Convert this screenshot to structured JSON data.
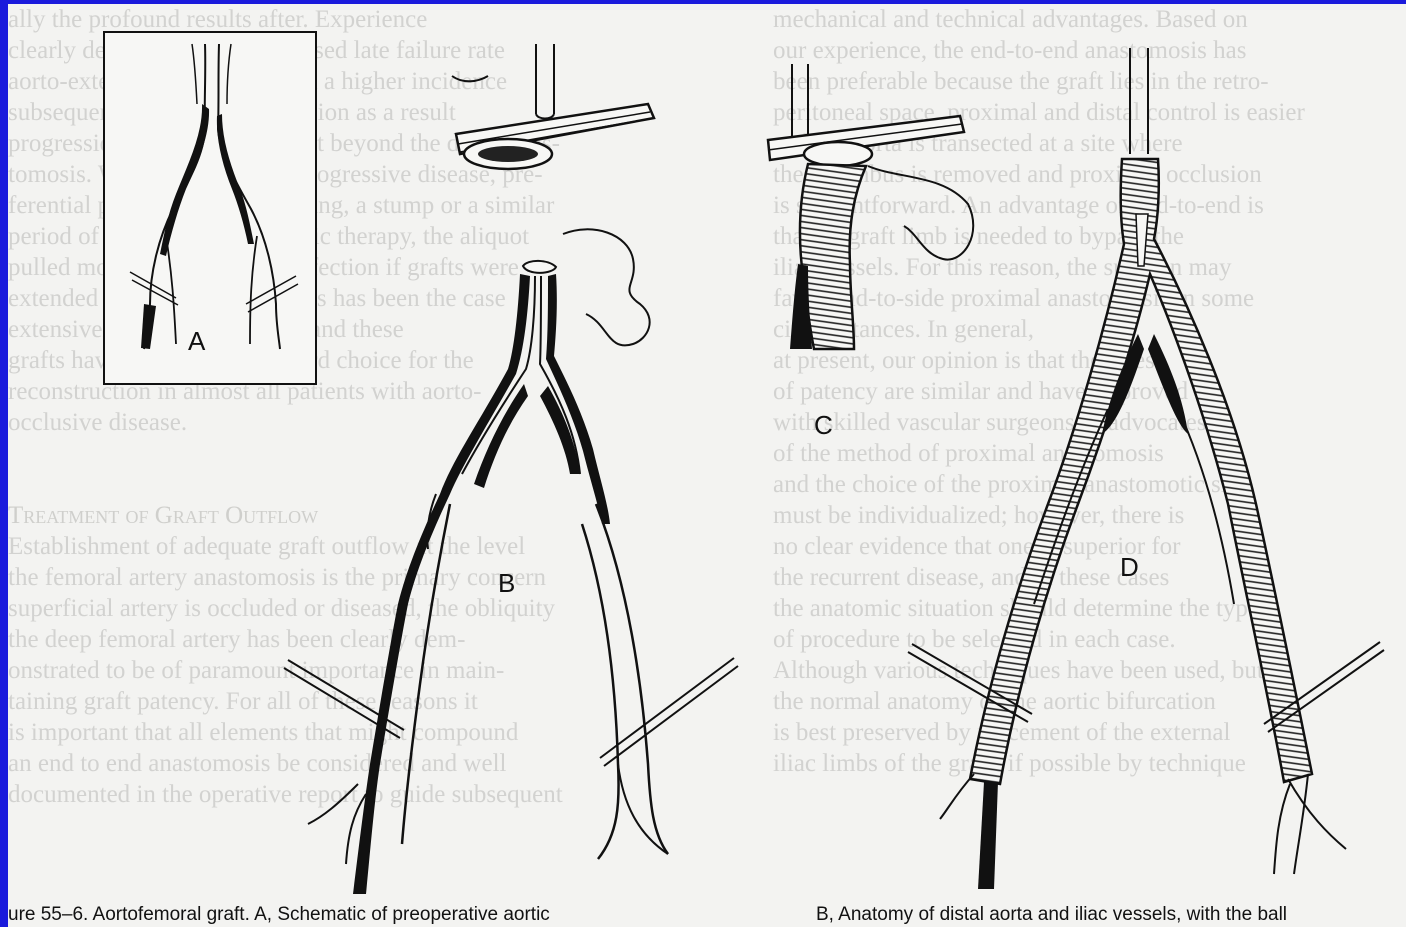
{
  "background_text": {
    "left_column": [
      "ally the profound results after. Experience",
      "clearly demonstrated an increased late failure rate",
      "aorto-external iliac grafts, with a higher incidence",
      "subsequent downstream occlusion as a result",
      "progression of disease at or just beyond the distal anas-",
      "tomosis. With indications of progressive disease, pre-",
      "ferential preparation and dressing, a stump or a similar",
      "period of prophylactic antibiotic therapy, the aliquot",
      "pulled more for rejection of infection if grafts were",
      "extended to the femoral level as has been the case",
      "extensively since. As a result, and these",
      "grafts have become the standard choice for the",
      "reconstruction in almost all patients with aorto-",
      "occlusive disease."
    ],
    "section_heading": "Treatment of Graft Outflow",
    "left_column_lower": [
      "Establishment of adequate graft outflow at the level",
      "the femoral artery anastomosis is the primary concern",
      "superficial artery is occluded or diseased, the obliquity",
      "the deep femoral artery has been clearly dem-",
      "onstrated to be of paramount importance in main-",
      "taining graft patency. For all of these reasons it",
      "is important that all elements that might compound",
      "an end to end anastomosis be considered and well",
      "documented in the operative report to guide subsequent"
    ],
    "right_column": [
      "mechanical and technical advantages. Based on",
      "our experience, the end-to-end anastomosis has",
      "been preferable because the graft lies in the retro-",
      "peritoneal space, proximal and distal control is easier",
      "and the aorta is transected at a site where",
      "the thrombus is removed and proximal occlusion",
      "is straightforward. An advantage of end-to-end is",
      "that no graft limb is needed to bypass the",
      "iliac vessels. For this reason, the surgeon may",
      "favor end-to-side proximal anastomosis in some",
      "circumstances. In general,",
      "at present, our opinion is that the rates",
      "of patency are similar and have improved",
      "with skilled vascular surgeons as advocates",
      "of the method of proximal anastomosis",
      "and the choice of the proximal anastomotic site",
      "must be individualized; however, there is",
      "no clear evidence that one is superior for",
      "the recurrent disease, and in these cases",
      "the anatomic situation should determine the type",
      "of procedure to be selected in each case.",
      "Although various techniques have been used, but",
      "the normal anatomy of the aortic bifurcation",
      "is best preserved by placement of the external",
      "iliac limbs of the graft, if possible by technique"
    ]
  },
  "panels": {
    "a": "A",
    "b": "B",
    "c": "C",
    "d": "D"
  },
  "captions": {
    "left": "ure 55–6.  Aortofemoral graft.  A, Schematic of preoperative aortic",
    "right": "B, Anatomy of distal aorta and iliac vessels, with the ball"
  },
  "colors": {
    "frame": "#1a1adc",
    "paper": "#f3f3f1",
    "ink": "#111111",
    "faint_text": "#d2d2d0"
  }
}
